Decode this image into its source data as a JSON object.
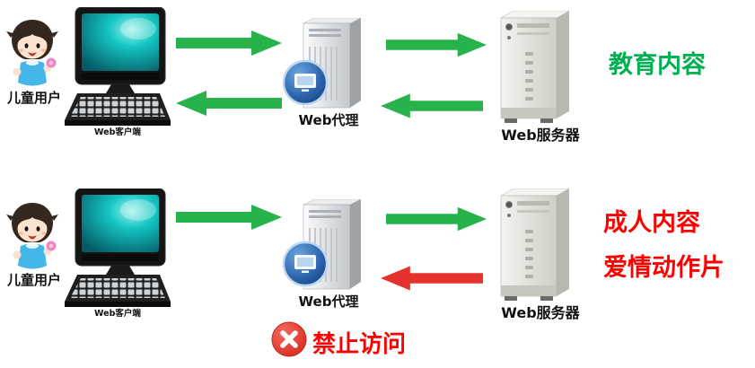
{
  "rows": [
    {
      "user_label": "儿童用户",
      "client_label": "Web客户端",
      "proxy_label": "Web代理",
      "server_label": "Web服务器",
      "content_lines": [
        "教育内容"
      ]
    },
    {
      "user_label": "儿童用户",
      "client_label": "Web客户端",
      "proxy_label": "Web代理",
      "server_label": "Web服务器",
      "content_lines": [
        "成人内容",
        "爱情动作片"
      ]
    }
  ],
  "forbidden_label": "禁止访问",
  "colors": {
    "arrow_green": "#27b24b",
    "arrow_red": "#e5322d",
    "content_green": "#00b050",
    "content_red": "#fe0000"
  }
}
